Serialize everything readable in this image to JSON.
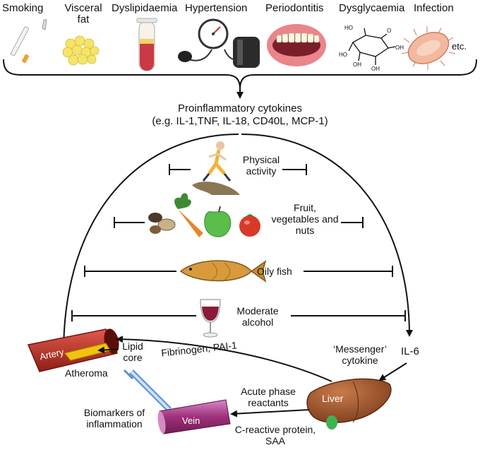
{
  "risk_factors": [
    {
      "id": "smoking",
      "label": "Smoking",
      "icon": "cigarette-icon"
    },
    {
      "id": "visceral-fat",
      "label": "Visceral\nfat",
      "icon": "fat-cells-icon"
    },
    {
      "id": "dyslipidaemia",
      "label": "Dyslipidaemia",
      "icon": "blood-tube-icon"
    },
    {
      "id": "hypertension",
      "label": "Hypertension",
      "icon": "blood-pressure-cuff-icon"
    },
    {
      "id": "periodontitis",
      "label": "Periodontitis",
      "icon": "gums-icon"
    },
    {
      "id": "dysglycaemia",
      "label": "Dysglycaemia",
      "icon": "glucose-molecule-icon"
    },
    {
      "id": "infection",
      "label": "Infection",
      "icon": "bacterium-icon"
    }
  ],
  "etc_label": "etc.",
  "cytokines": {
    "title": "Proinflammatory cytokines",
    "examples": "(e.g. IL-1,TNF, IL-18, CD40L, MCP-1)"
  },
  "inhibitors": [
    {
      "id": "physical-activity",
      "label": "Physical\nactivity",
      "icon": "runner-icon"
    },
    {
      "id": "fruit-veg-nuts",
      "label": "Fruit,\nvegetables and\nnuts",
      "icon": "fruit-vegetables-icon"
    },
    {
      "id": "oily-fish",
      "label": "Oily fish",
      "icon": "fish-icon"
    },
    {
      "id": "moderate-alcohol",
      "label": "Moderate\nalcohol",
      "icon": "wine-glass-icon"
    }
  ],
  "messenger": {
    "label": "‘Messenger’\ncytokine",
    "il6": "IL-6"
  },
  "liver": {
    "label": "Liver"
  },
  "artery": {
    "label": "Artery",
    "lipid_core": "Lipid\ncore",
    "atheroma": "Atheroma"
  },
  "vein": {
    "label": "Vein"
  },
  "fibrinogen_label": "Fibrinogen, PAI-1",
  "acute_phase": "Acute phase\nreactants",
  "crp": "C-reactive protein,\nSAA",
  "biomarkers": "Biomarkers of\ninflammation",
  "colors": {
    "artery": "#c0392b",
    "plaque": "#f1c40f",
    "liver": "#a0522d",
    "vein": "#a0307a",
    "fish": "#d99a3c",
    "wine": "#8b1a3a"
  }
}
